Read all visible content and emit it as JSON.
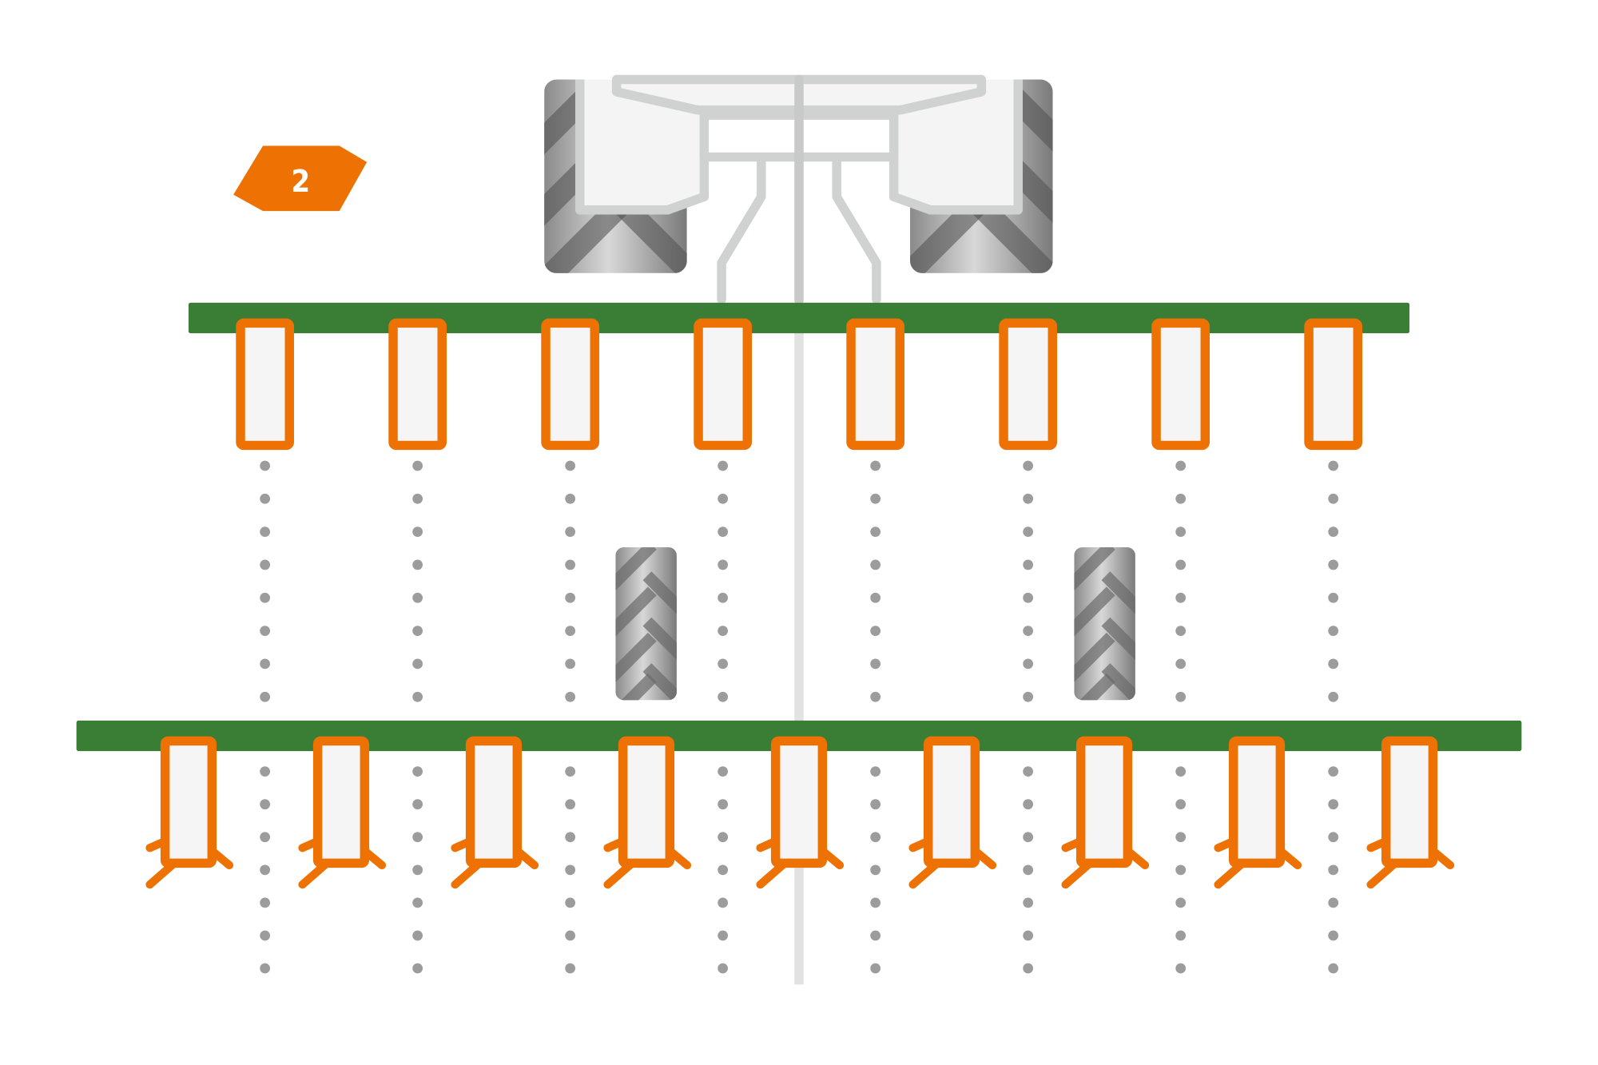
{
  "badge": {
    "label": "2"
  },
  "colors": {
    "accent_orange": "#ee7203",
    "frame_green": "#3a7d35",
    "tine_fill": "#f4f5f4",
    "tractor_outline": "#d0d2d1",
    "tractor_body": "#f3f4f3",
    "row_dot": "#9c9c9c",
    "center_line": "#e2e2e2"
  },
  "diagram": {
    "front_row_tine_count": 8,
    "rear_row_tine_count": 9,
    "icons": [
      "tractor-rear-icon",
      "gauge-wheel-icon",
      "tine-icon",
      "hexagon-badge"
    ]
  }
}
